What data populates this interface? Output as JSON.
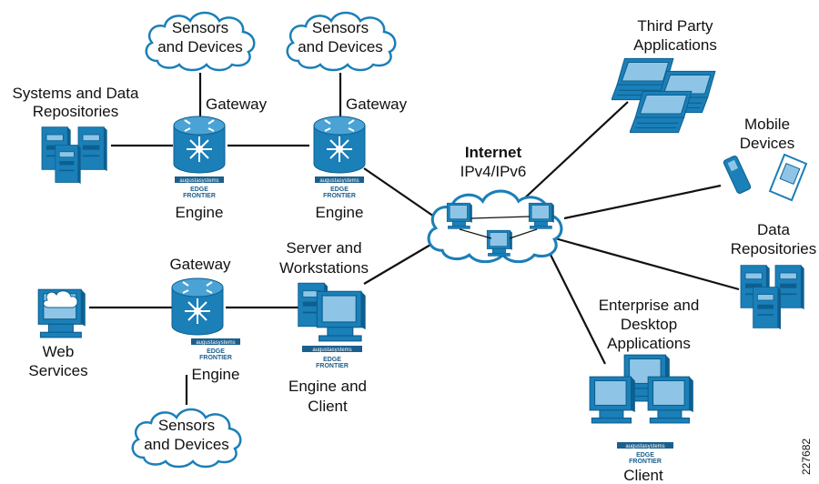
{
  "labels": {
    "sensors_1_l1": "Sensors",
    "sensors_1_l2": "and Devices",
    "sensors_2_l1": "Sensors",
    "sensors_2_l2": "and Devices",
    "sensors_3_l1": "Sensors",
    "sensors_3_l2": "and Devices",
    "systems_l1": "Systems and Data",
    "systems_l2": "Repositories",
    "gateway_1": "Gateway",
    "gateway_2": "Gateway",
    "gateway_3": "Gateway",
    "engine_1": "Engine",
    "engine_2": "Engine",
    "engine_3": "Engine",
    "internet": "Internet",
    "ipv": "IPv4/IPv6",
    "third_party_l1": "Third Party",
    "third_party_l2": "Applications",
    "mobile_l1": "Mobile",
    "mobile_l2": "Devices",
    "data_repo_l1": "Data",
    "data_repo_l2": "Repositories",
    "server_l1": "Server and",
    "server_l2": "Workstations",
    "web_l1": "Web",
    "web_l2": "Services",
    "engine_client_l1": "Engine and",
    "engine_client_l2": "Client",
    "enterprise_l1": "Enterprise and",
    "enterprise_l2": "Desktop",
    "enterprise_l3": "Applications",
    "client": "Client",
    "figure_id": "227682"
  },
  "brand": {
    "augusta": "augustasystems",
    "edge": "EDGE",
    "frontier": "FRONTIER"
  },
  "colors": {
    "device_blue": "#1b7fb8",
    "device_dark": "#0d5f8f",
    "device_light": "#8ec5e6",
    "cloud_fill": "#ffffff",
    "line": "#111111"
  },
  "icons": {
    "gateway": "router-icon",
    "server": "server-tower-icon",
    "cloud": "cloud-icon",
    "laptop": "laptop-icon",
    "mobile": "mobile-devices-icon",
    "workstation": "workstation-icon",
    "monitor": "monitor-icon"
  }
}
